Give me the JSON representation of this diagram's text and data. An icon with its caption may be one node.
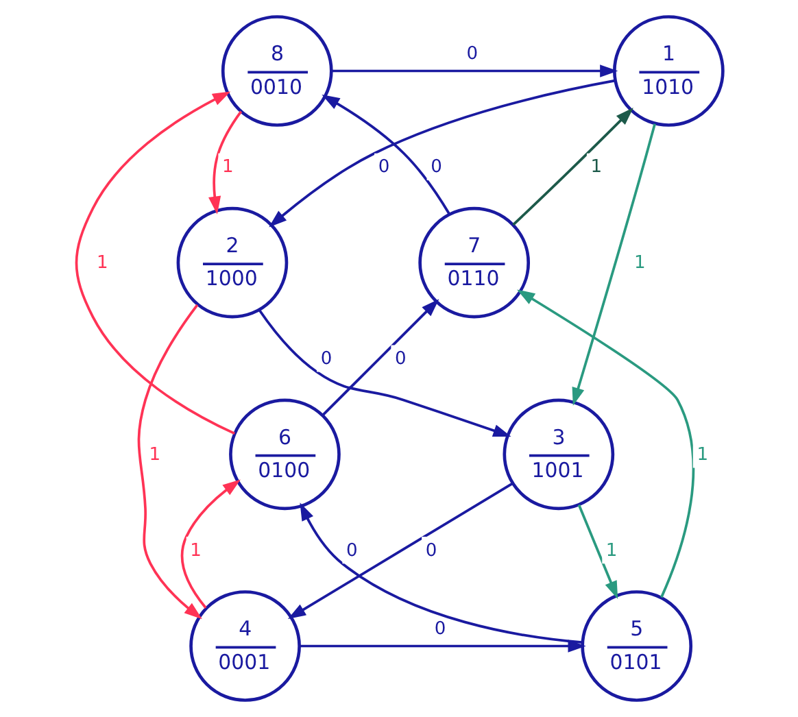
{
  "diagram": {
    "nodes": [
      {
        "text": [
          "1",
          "1010"
        ]
      },
      {
        "text": [
          "2",
          "1000"
        ]
      },
      {
        "text": [
          "3",
          "1001"
        ]
      },
      {
        "text": [
          "4",
          "0001"
        ]
      },
      {
        "text": [
          "5",
          "0101"
        ]
      },
      {
        "text": [
          "6",
          "0100"
        ]
      },
      {
        "text": [
          "7",
          "0110"
        ]
      },
      {
        "text": [
          "8",
          "0010"
        ]
      }
    ],
    "edges": [
      {
        "from": 7,
        "to": 0,
        "arrow": "to",
        "label": "0"
      },
      {
        "from": 0,
        "to": 1,
        "arrow": "to",
        "label": "0"
      },
      {
        "from": 1,
        "to": 2,
        "arrow": "to",
        "label": "0"
      },
      {
        "from": 2,
        "to": 3,
        "arrow": "to",
        "label": "0"
      },
      {
        "from": 3,
        "to": 4,
        "arrow": "to",
        "label": "0"
      },
      {
        "from": 4,
        "to": 5,
        "arrow": "to",
        "label": "0"
      },
      {
        "from": 5,
        "to": 6,
        "arrow": "to",
        "label": "0"
      },
      {
        "from": 6,
        "to": 7,
        "arrow": "to",
        "label": "0"
      },
      {
        "from": 7,
        "to": 1,
        "arrow": "to",
        "label": "1",
        "color": "#ff3355"
      },
      {
        "from": 1,
        "to": 3,
        "arrow": "to",
        "label": "1",
        "color": "#ff3355"
      },
      {
        "from": 3,
        "to": 5,
        "arrow": "to",
        "label": "1",
        "color": "#ff3355"
      },
      {
        "from": 5,
        "to": 7,
        "arrow": "to",
        "label": "1",
        "color": "#ff3355"
      },
      {
        "from": 6,
        "to": 0,
        "arrow": "to",
        "label": "1",
        "color": "#1d5a4a"
      },
      {
        "from": 0,
        "to": 2,
        "arrow": "to",
        "label": "1",
        "color": "#2a9a80"
      },
      {
        "from": 2,
        "to": 4,
        "arrow": "to",
        "label": "1",
        "color": "#2a9a80"
      },
      {
        "from": 4,
        "to": 6,
        "arrow": "to",
        "label": "1",
        "color": "#2a9a80"
      }
    ]
  }
}
